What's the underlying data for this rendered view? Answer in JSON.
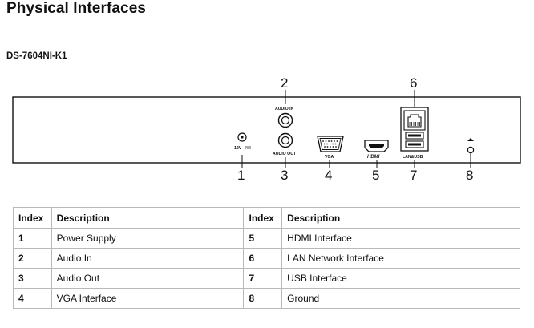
{
  "heading": "Physical Interfaces",
  "model": "DS-7604NI-K1",
  "panel": {
    "callouts": [
      "1",
      "2",
      "3",
      "4",
      "5",
      "6",
      "7",
      "8"
    ],
    "labels": {
      "power": "12V",
      "audio_in": "AUDIO IN",
      "audio_out": "AUDIO OUT",
      "vga": "VGA",
      "hdmi": "HDMI",
      "lan_usb": "LAN&USB"
    }
  },
  "table": {
    "headers": [
      "Index",
      "Description",
      "Index",
      "Description"
    ],
    "rows": [
      {
        "idx1": "1",
        "desc1": "Power Supply",
        "idx2": "5",
        "desc2": "HDMI Interface"
      },
      {
        "idx1": "2",
        "desc1": "Audio In",
        "idx2": "6",
        "desc2": "LAN Network Interface"
      },
      {
        "idx1": "3",
        "desc1": "Audio Out",
        "idx2": "7",
        "desc2": "USB Interface"
      },
      {
        "idx1": "4",
        "desc1": "VGA Interface",
        "idx2": "8",
        "desc2": "Ground"
      }
    ]
  }
}
